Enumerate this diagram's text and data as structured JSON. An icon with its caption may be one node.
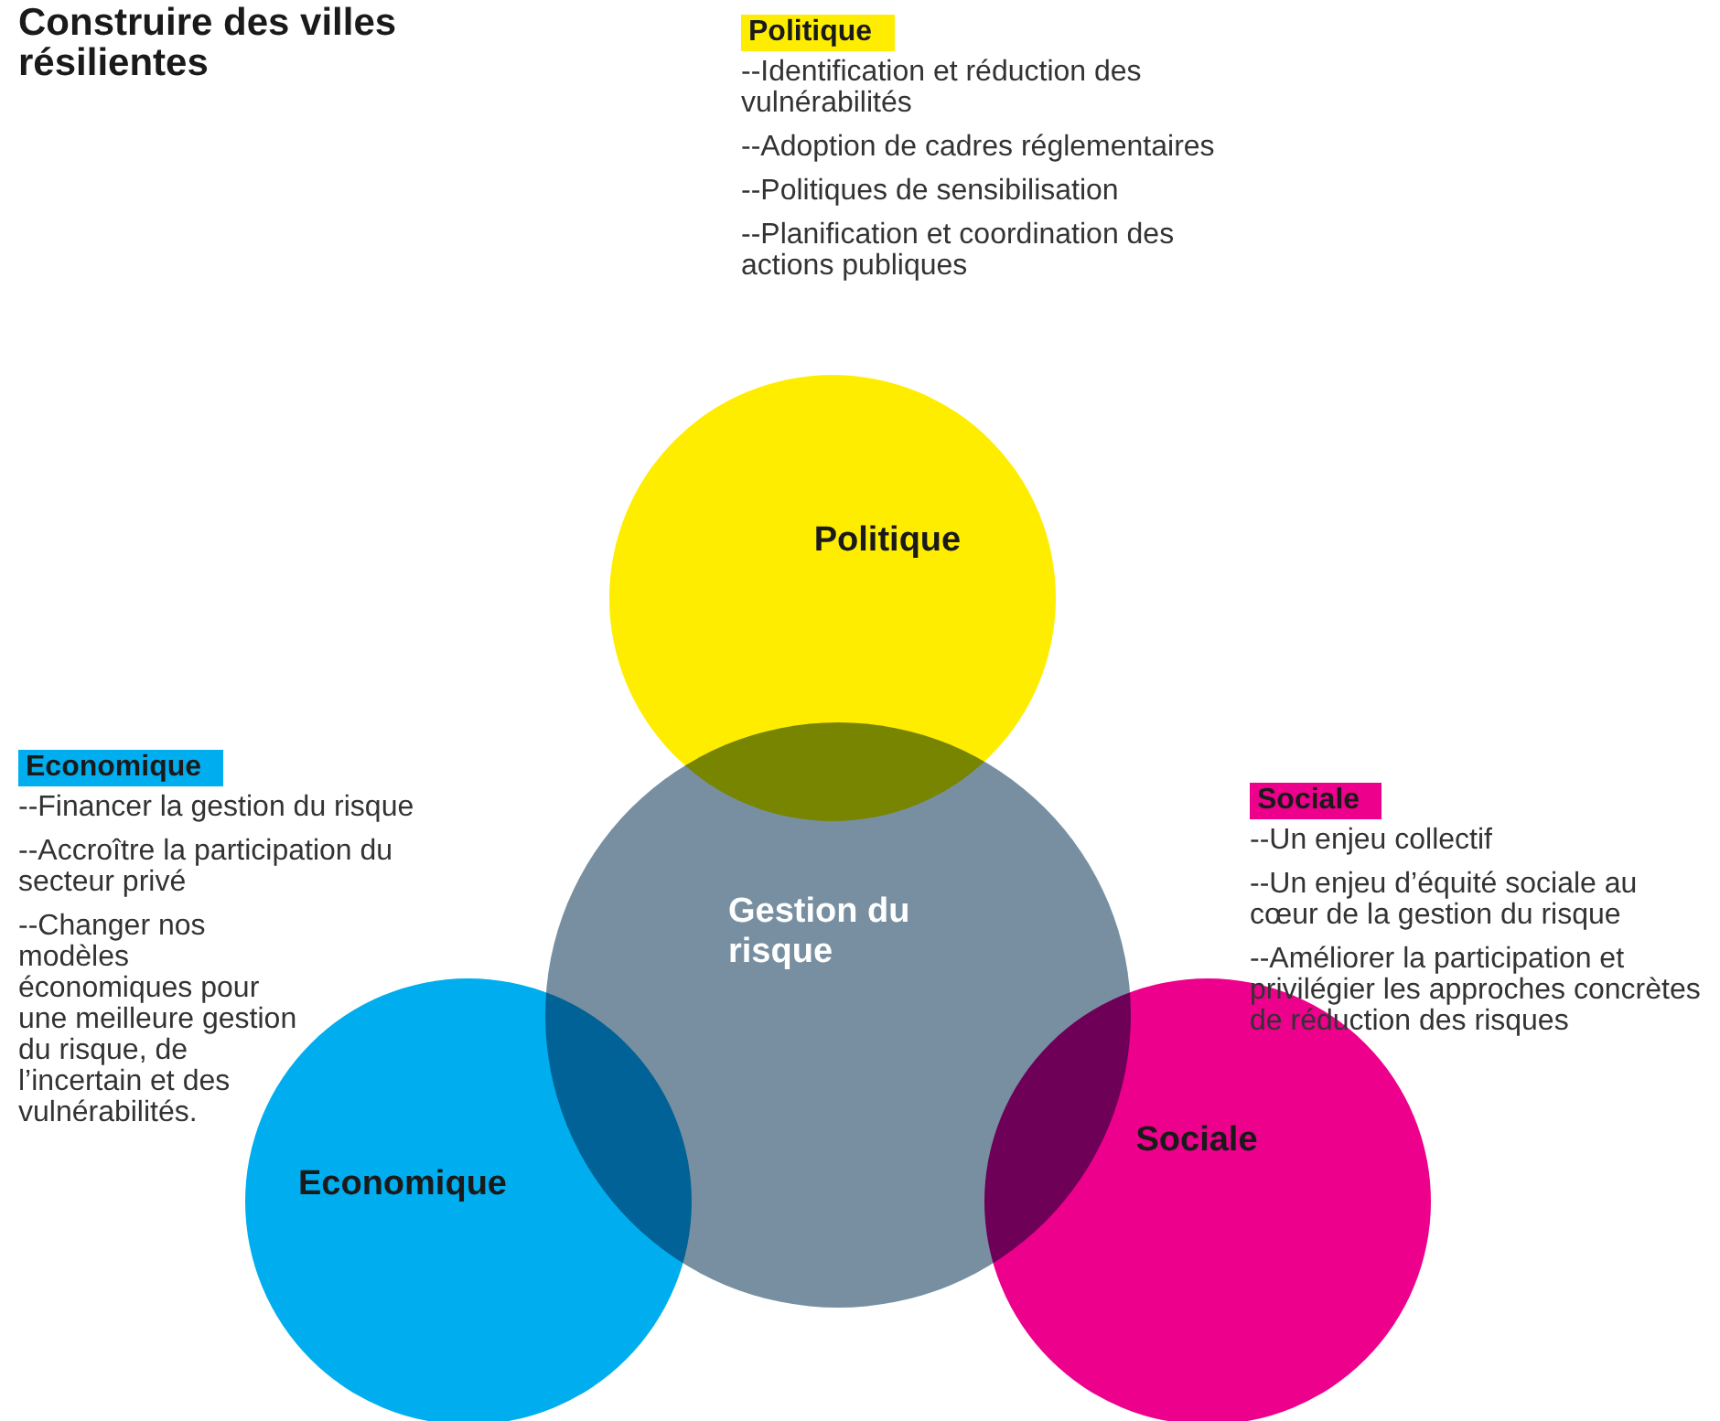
{
  "diagram": {
    "title": "Construire des villes résilientes",
    "nodes": [
      {
        "text": [
          "Politique"
        ],
        "beside": [
          "Politique",
          "--Identification et réduction des vulnérabilités",
          "--Adoption de cadres réglementaires",
          "--Politiques de sensibilisation",
          "--Planification et coordination des actions publiques"
        ]
      },
      {
        "text": [
          "Gestion du risque"
        ]
      },
      {
        "text": [
          "Economique"
        ],
        "beside": [
          "Economique",
          "--Financer la gestion du risque",
          "--Accroître la participation du secteur privé",
          "--Changer nos modèles économiques pour une meilleure gestion du risque, de l’incertain et des vulnérabilités."
        ]
      },
      {
        "text": [
          "Sociale"
        ],
        "beside": [
          "Sociale",
          "--Un enjeu collectif",
          "--Un enjeu d’équité sociale au cœur de la gestion du risque",
          "--Améliorer la participation et privilégier les approches concrètes de réduction des risques"
        ]
      }
    ]
  }
}
